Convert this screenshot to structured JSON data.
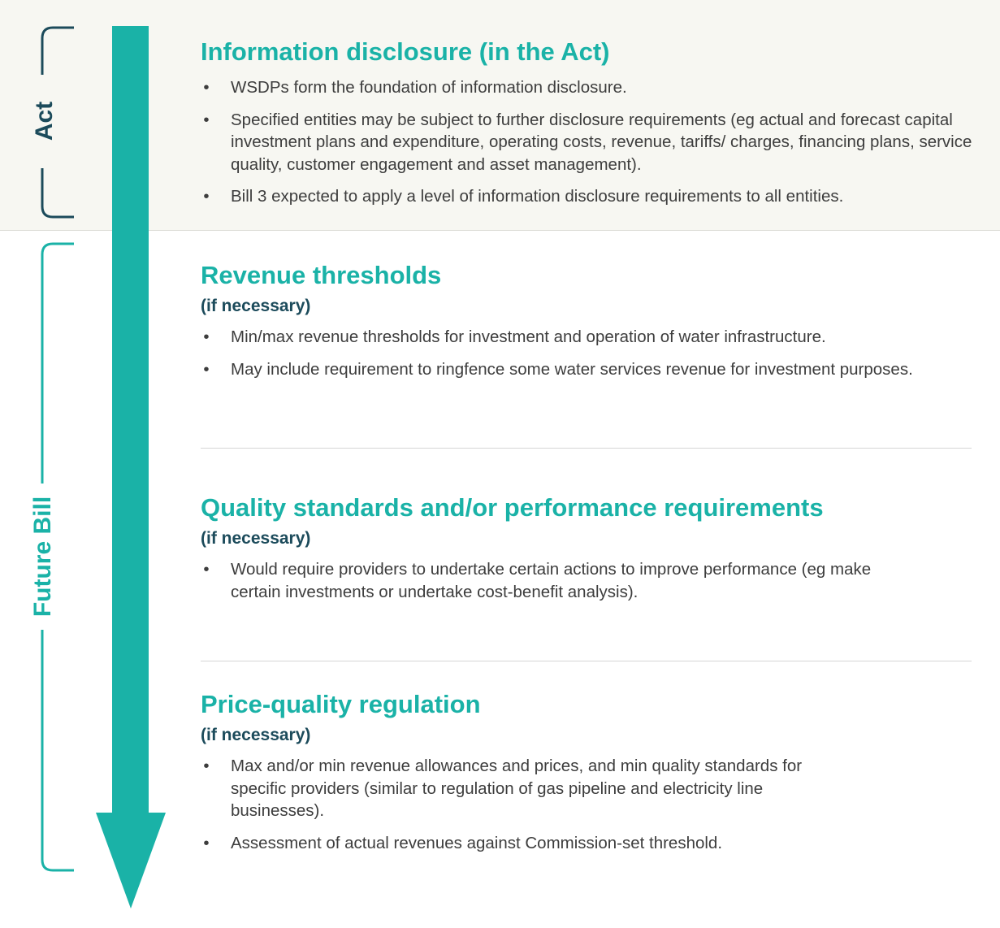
{
  "colors": {
    "teal": "#1ab2a7",
    "navy": "#1c4b5b",
    "band": "#f7f7f2",
    "text": "#3d3d3d"
  },
  "brackets": {
    "act": "Act",
    "future": "Future Bill"
  },
  "sections": [
    {
      "title": "Information disclosure (in the Act)",
      "qualifier": "",
      "bullets": [
        "WSDPs form the foundation of information disclosure.",
        "Specified entities may be subject to further disclosure requirements (eg actual and forecast capital investment plans and expenditure, operating costs, revenue, tariffs/ charges, financing plans, service quality, customer engagement and asset management).",
        "Bill 3 expected to apply a level of information disclosure requirements to all entities."
      ]
    },
    {
      "title": "Revenue thresholds",
      "qualifier": "(if necessary)",
      "bullets": [
        "Min/max revenue thresholds for investment and operation of water infrastructure.",
        "May include requirement to ringfence some water services revenue for investment purposes."
      ]
    },
    {
      "title": "Quality standards and/or performance requirements",
      "qualifier": "(if necessary)",
      "bullets": [
        "Would require providers to undertake certain actions to improve performance (eg make certain investments or undertake cost-benefit analysis)."
      ]
    },
    {
      "title": "Price-quality regulation",
      "qualifier": "(if necessary)",
      "bullets": [
        "Max and/or min revenue allowances and prices, and min quality standards for specific providers (similar to regulation of gas pipeline and electricity line businesses).",
        "Assessment of actual revenues against Commission-set threshold."
      ]
    }
  ]
}
